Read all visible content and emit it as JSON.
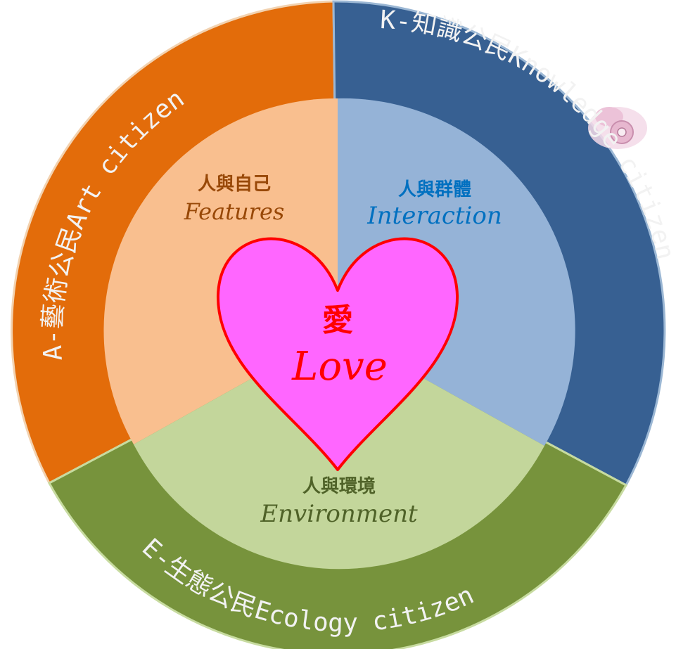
{
  "diagram": {
    "center": {
      "cjk": "愛",
      "en": "Love"
    },
    "inner": {
      "self": {
        "cjk": "人與自己",
        "en": "Features"
      },
      "group": {
        "cjk": "人與群體",
        "en": "Interaction"
      },
      "environment": {
        "cjk": "人與環境",
        "en": "Environment"
      }
    },
    "outer": {
      "art": "A-藝術公民Art citizen",
      "knowledge": "K-知識公民Knowledge citizen",
      "ecology": "E-生態公民Ecology citizen"
    },
    "colors": {
      "art_outer": "#e36c0a",
      "art_inner": "#f9bf8f",
      "knowledge_outer": "#376092",
      "knowledge_inner": "#95b3d7",
      "ecology_outer": "#77933c",
      "ecology_inner": "#c3d69b",
      "heart_fill": "#ff66ff",
      "heart_stroke": "#ff0000",
      "self_en": "#984807",
      "group_cjk": "#0070c0",
      "group_en": "#0070c0",
      "env_text": "#4f6228",
      "outer_text": "#f2f2f2"
    }
  }
}
